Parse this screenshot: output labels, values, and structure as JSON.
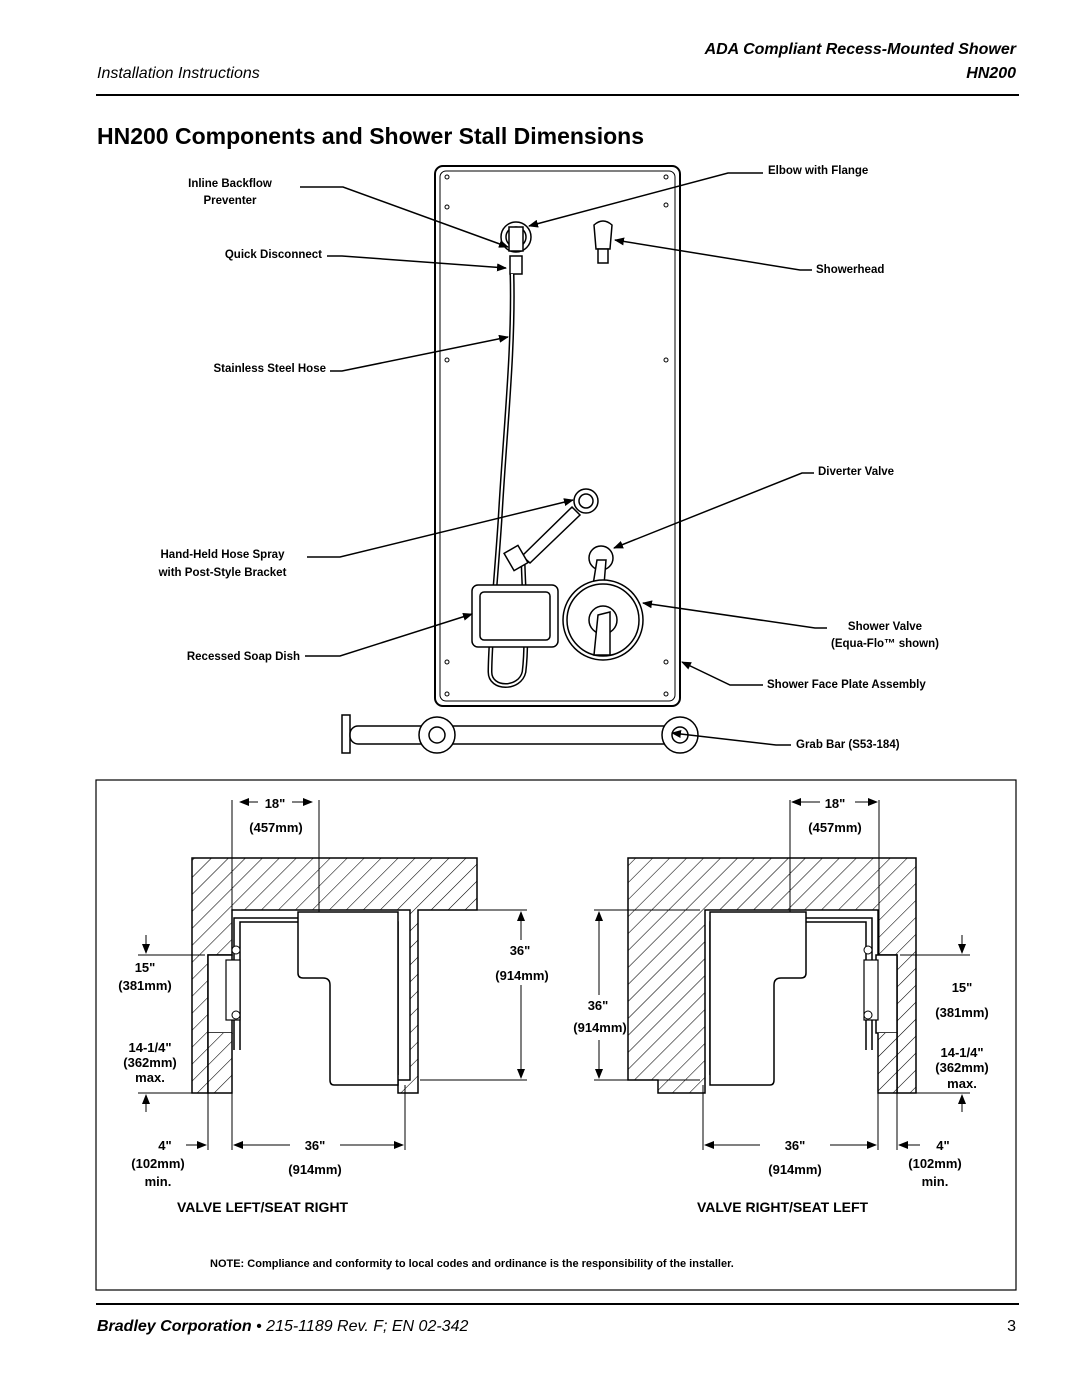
{
  "header": {
    "product_title": "ADA Compliant Recess-Mounted Shower",
    "section": "Installation Instructions",
    "model": "HN200"
  },
  "page_title": "HN200 Components and Shower Stall Dimensions",
  "components_left": {
    "backflow_1": "Inline Backflow",
    "backflow_2": "Preventer",
    "quick_disconnect": "Quick Disconnect",
    "hose": "Stainless Steel Hose",
    "hand_spray_1": "Hand-Held Hose Spray",
    "hand_spray_2": "with Post-Style Bracket",
    "soap_dish": "Recessed Soap Dish"
  },
  "components_right": {
    "elbow": "Elbow with Flange",
    "showerhead": "Showerhead",
    "diverter": "Diverter Valve",
    "shower_valve_1": "Shower Valve",
    "shower_valve_2": "(Equa-Flo™ shown)",
    "face_plate": "Shower Face Plate Assembly",
    "grab_bar": "Grab Bar (S53-184)"
  },
  "stall_left": {
    "top_in": "18\"",
    "top_mm": "(457mm)",
    "side_in": "15\"",
    "side_mm": "(381mm)",
    "max_in": "14-1/4\"",
    "max_mm": "(362mm)",
    "max_word": "max.",
    "depth_in": "36\"",
    "depth_mm": "(914mm)",
    "min_in": "4\"",
    "min_mm": "(102mm)",
    "min_word": "min.",
    "width_in": "36\"",
    "width_mm": "(914mm)",
    "caption": "VALVE LEFT/SEAT RIGHT"
  },
  "stall_right": {
    "top_in": "18\"",
    "top_mm": "(457mm)",
    "side_in": "15\"",
    "side_mm": "(381mm)",
    "max_in": "14-1/4\"",
    "max_mm": "(362mm)",
    "max_word": "max.",
    "depth_in": "36\"",
    "depth_mm": "(914mm)",
    "min_in": "4\"",
    "min_mm": "(102mm)",
    "min_word": "min.",
    "width_in": "36\"",
    "width_mm": "(914mm)",
    "caption": "VALVE RIGHT/SEAT LEFT"
  },
  "note": "NOTE:  Compliance and conformity to local codes and ordinance is the responsibility of the installer.",
  "footer": {
    "company": "Bradley Corporation",
    "doc": " • 215-1189 Rev. F; EN 02-342",
    "page": "3"
  }
}
